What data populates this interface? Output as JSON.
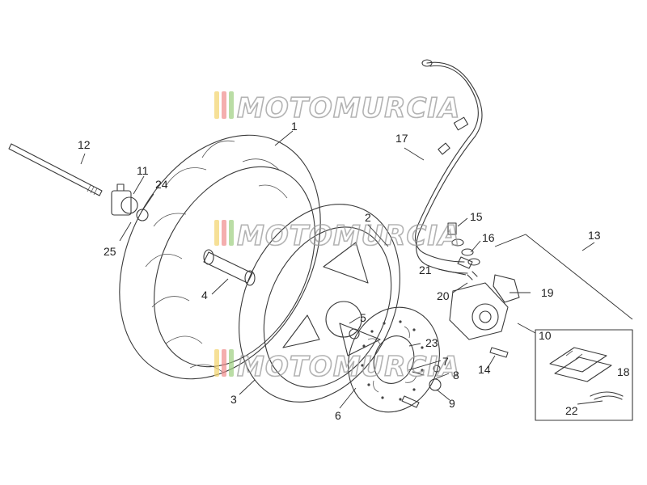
{
  "diagram": {
    "callouts": [
      "1",
      "2",
      "3",
      "4",
      "5",
      "6",
      "7",
      "8",
      "9",
      "10",
      "11",
      "12",
      "13",
      "14",
      "15",
      "16",
      "17",
      "18",
      "19",
      "20",
      "21",
      "22",
      "23",
      "24",
      "25"
    ]
  },
  "watermark": {
    "text": "MOTOMURCIA",
    "colors": [
      "#f2d36b",
      "#f08c8c",
      "#9ccf7f"
    ]
  }
}
